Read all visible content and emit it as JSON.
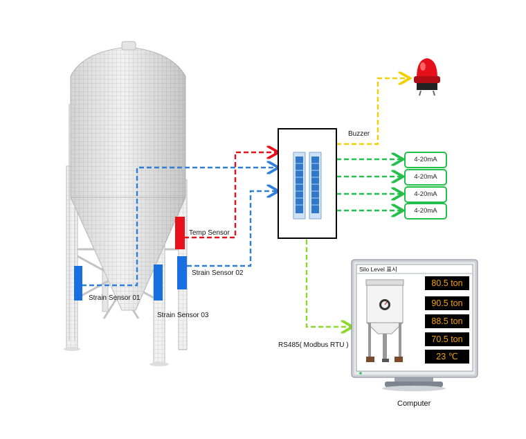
{
  "sensors": {
    "strain_01": "Strain Sensor 01",
    "strain_02": "Strain Sensor 02",
    "strain_03": "Strain Sensor 03",
    "temp": "Temp Sensor"
  },
  "controller": {
    "buzzer_label": "Buzzer",
    "rs485_label": "RS485( Modbus RTU )"
  },
  "outputs": [
    "4-20mA",
    "4-20mA",
    "4-20mA",
    "4-20mA"
  ],
  "monitor": {
    "title": "Silo Level 표시",
    "readings": [
      "80.5 ton",
      "90.5 ton",
      "88.5 ton",
      "70.5 ton",
      "23 ℃"
    ],
    "caption": "Computer"
  },
  "colors": {
    "strain_link": "#2e7fd8",
    "temp_link": "#e8101a",
    "buzzer_link": "#f2d000",
    "output_link": "#22c04a",
    "rs485_link": "#8ad82a"
  }
}
